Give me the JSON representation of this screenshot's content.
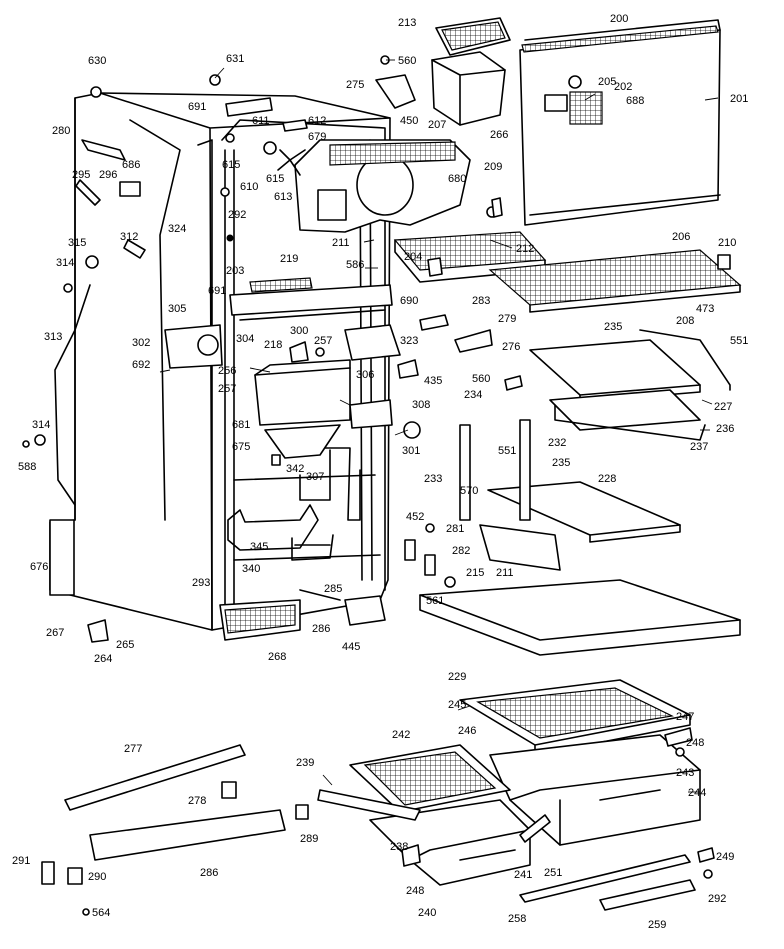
{
  "labels": [
    "630",
    "631",
    "691",
    "611",
    "612",
    "679",
    "615",
    "610",
    "615",
    "613",
    "280",
    "295",
    "296",
    "686",
    "324",
    "292",
    "560",
    "275",
    "450",
    "213",
    "266",
    "207",
    "200",
    "205",
    "202",
    "688",
    "201",
    "680",
    "209",
    "211",
    "212",
    "219",
    "586",
    "203",
    "204",
    "206",
    "210",
    "208",
    "315",
    "312",
    "314",
    "313",
    "691",
    "305",
    "302",
    "692",
    "304",
    "218",
    "300",
    "257",
    "256",
    "257",
    "681",
    "675",
    "690",
    "283",
    "279",
    "276",
    "323",
    "435",
    "306",
    "308",
    "301",
    "560",
    "234",
    "235",
    "473",
    "551",
    "227",
    "236",
    "237",
    "314",
    "588",
    "342",
    "307",
    "345",
    "340",
    "233",
    "570",
    "551",
    "232",
    "235",
    "228",
    "452",
    "281",
    "282",
    "215",
    "211",
    "561",
    "676",
    "293",
    "285",
    "286",
    "445",
    "268",
    "267",
    "264",
    "265",
    "229",
    "245",
    "246",
    "247",
    "248",
    "242",
    "243",
    "244",
    "239",
    "277",
    "278",
    "289",
    "241",
    "251",
    "238",
    "249",
    "248",
    "240",
    "258",
    "259",
    "292",
    "291",
    "286",
    "290",
    "564"
  ]
}
